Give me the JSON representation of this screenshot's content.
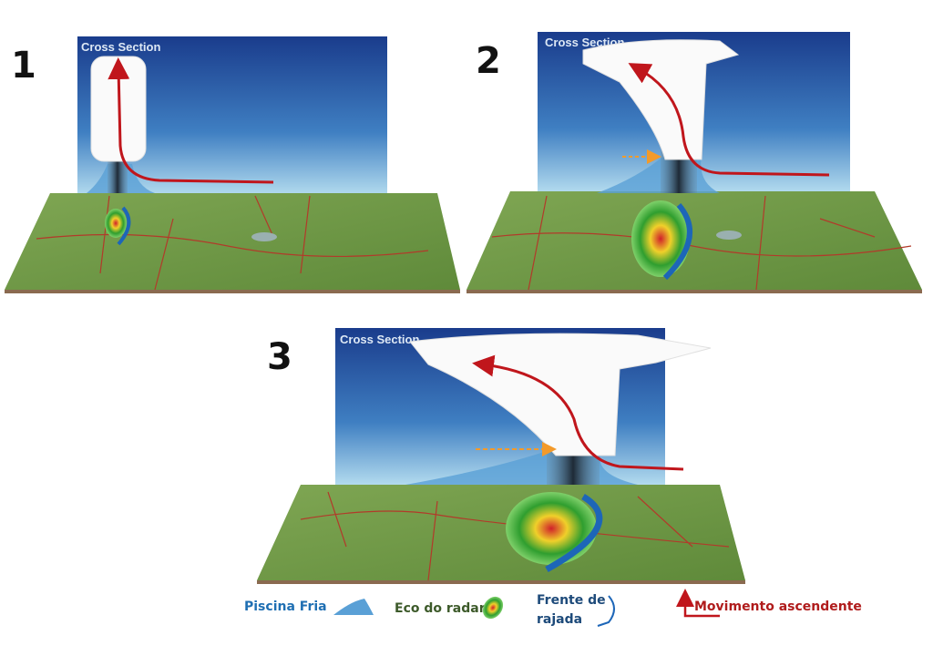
{
  "panels": [
    {
      "number": "1",
      "header": "Cross Section"
    },
    {
      "number": "2",
      "header": "Cross Section"
    },
    {
      "number": "3",
      "header": "Cross Section"
    }
  ],
  "legend": {
    "cold_pool": "Piscina Fria",
    "radar_echo": "Eco do radar",
    "gust_front_line1": "Frente de",
    "gust_front_line2": "rajada",
    "updraft": "Movimento ascendente"
  },
  "colors": {
    "sky_top": "#1a3c8c",
    "sky_bottom": "#a9d4ec",
    "ground": "#6f9a45",
    "updraft": "#c0161c",
    "cold_pool": "#5aa0d6",
    "gust_front": "#1d66b8",
    "inflow": "#f39a2a"
  }
}
